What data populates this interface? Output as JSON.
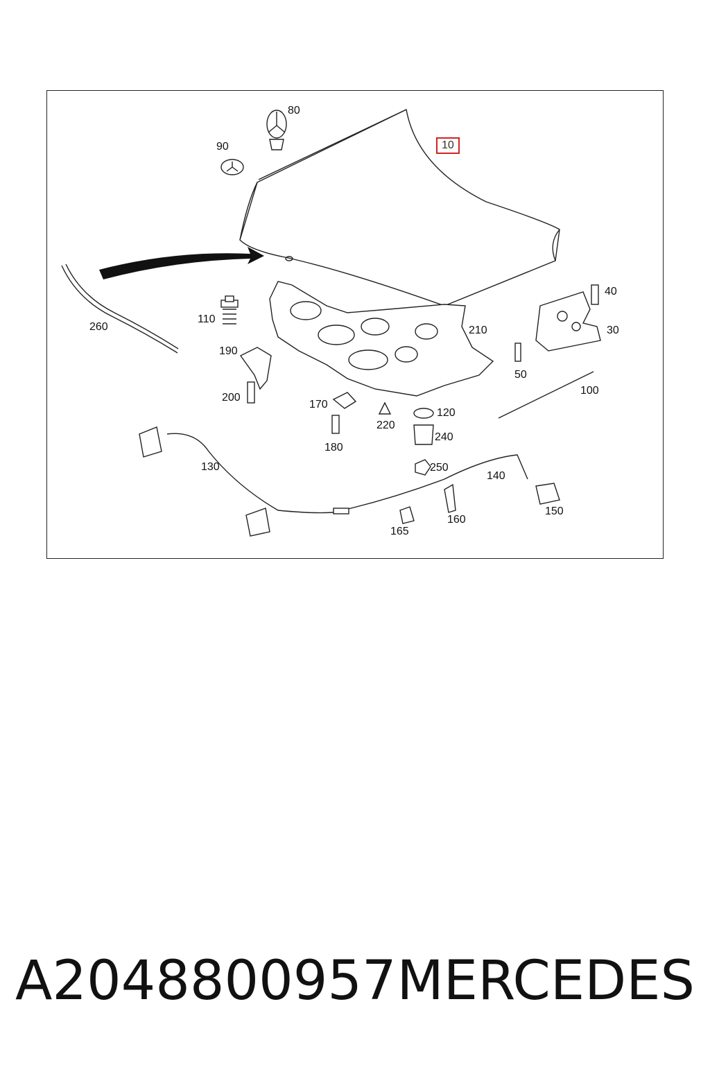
{
  "diagram": {
    "callouts": [
      {
        "id": "10",
        "label": "10",
        "highlighted": true
      },
      {
        "id": "80",
        "label": "80"
      },
      {
        "id": "90",
        "label": "90"
      },
      {
        "id": "40",
        "label": "40"
      },
      {
        "id": "30",
        "label": "30"
      },
      {
        "id": "50",
        "label": "50"
      },
      {
        "id": "100",
        "label": "100"
      },
      {
        "id": "110",
        "label": "110"
      },
      {
        "id": "260",
        "label": "260"
      },
      {
        "id": "190",
        "label": "190"
      },
      {
        "id": "200",
        "label": "200"
      },
      {
        "id": "210",
        "label": "210"
      },
      {
        "id": "170",
        "label": "170"
      },
      {
        "id": "180",
        "label": "180"
      },
      {
        "id": "220",
        "label": "220"
      },
      {
        "id": "120",
        "label": "120"
      },
      {
        "id": "240",
        "label": "240"
      },
      {
        "id": "250",
        "label": "250"
      },
      {
        "id": "130",
        "label": "130"
      },
      {
        "id": "140",
        "label": "140"
      },
      {
        "id": "150",
        "label": "150"
      },
      {
        "id": "160",
        "label": "160"
      },
      {
        "id": "165",
        "label": "165"
      }
    ],
    "highlight_color": "#d22222"
  },
  "footer": {
    "part_number": "A2048800957",
    "brand": "MERCEDES"
  }
}
